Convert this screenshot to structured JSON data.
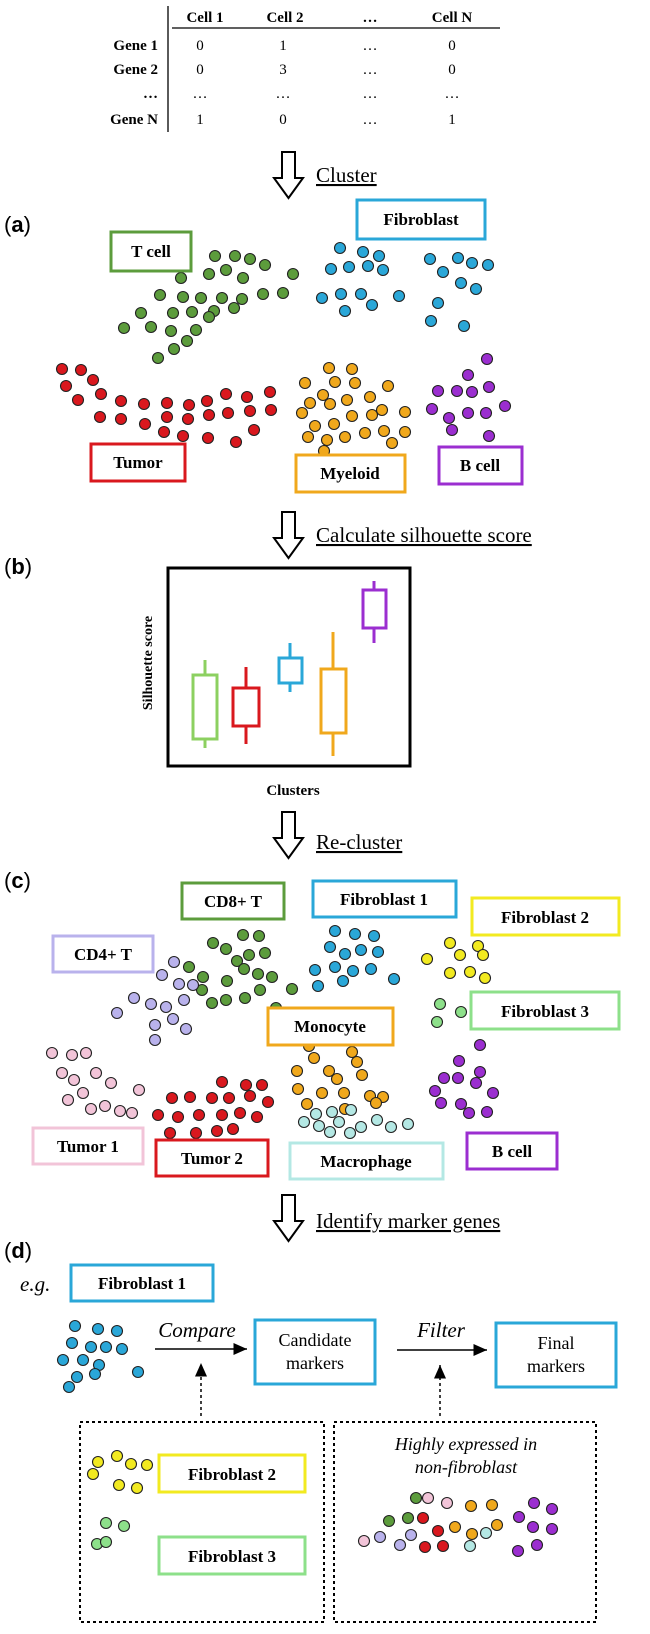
{
  "matrix": {
    "col_headers": [
      "Cell 1",
      "Cell 2",
      "…",
      "Cell N"
    ],
    "row_headers": [
      "Gene 1",
      "Gene 2",
      "…",
      "Gene N"
    ],
    "cells": [
      [
        "0",
        "1",
        "…",
        "0"
      ],
      [
        "0",
        "3",
        "…",
        "0"
      ],
      [
        "…",
        "…",
        "…",
        "…"
      ],
      [
        "1",
        "0",
        "…",
        "1"
      ]
    ]
  },
  "steps": {
    "cluster": "Cluster",
    "silhouette": "Calculate silhouette score",
    "recluster": "Re-cluster",
    "markers": "Identify marker genes"
  },
  "panels": {
    "a": "a",
    "b": "b",
    "c": "c",
    "d": "d"
  },
  "panel_a": {
    "labels": {
      "tcell": "T cell",
      "fibroblast": "Fibroblast",
      "tumor": "Tumor",
      "myeloid": "Myeloid",
      "bcell": "B cell"
    }
  },
  "panel_b": {
    "ylabel": "Silhouette score",
    "xlabel": "Clusters"
  },
  "panel_c": {
    "labels": {
      "cd8t": "CD8+ T",
      "fib1": "Fibroblast 1",
      "fib2": "Fibroblast 2",
      "cd4t": "CD4+ T",
      "fib3": "Fibroblast 3",
      "monocyte": "Monocyte",
      "tumor1": "Tumor 1",
      "tumor2": "Tumor 2",
      "macrophage": "Macrophage",
      "bcell": "B cell"
    }
  },
  "panel_d": {
    "eg": "e.g.",
    "target": "Fibroblast 1",
    "compare": "Compare",
    "filter": "Filter",
    "candidate_line1": "Candidate",
    "candidate_line2": "markers",
    "final_line1": "Final",
    "final_line2": "markers",
    "fib2": "Fibroblast 2",
    "fib3": "Fibroblast 3",
    "highly_line1": "Highly expressed in",
    "highly_line2": "non-fibroblast"
  },
  "colors": {
    "tcell": "#5c9c3c",
    "fibroblast": "#2aa7d8",
    "tumor": "#d9181e",
    "myeloid": "#f0a81c",
    "bcell": "#9b2ed0",
    "cd4t": "#b9b2ec",
    "fib2": "#f2ea20",
    "fib3": "#8de08a",
    "tumor1": "#f2c4d8",
    "macrophage": "#b4e8e4"
  }
}
